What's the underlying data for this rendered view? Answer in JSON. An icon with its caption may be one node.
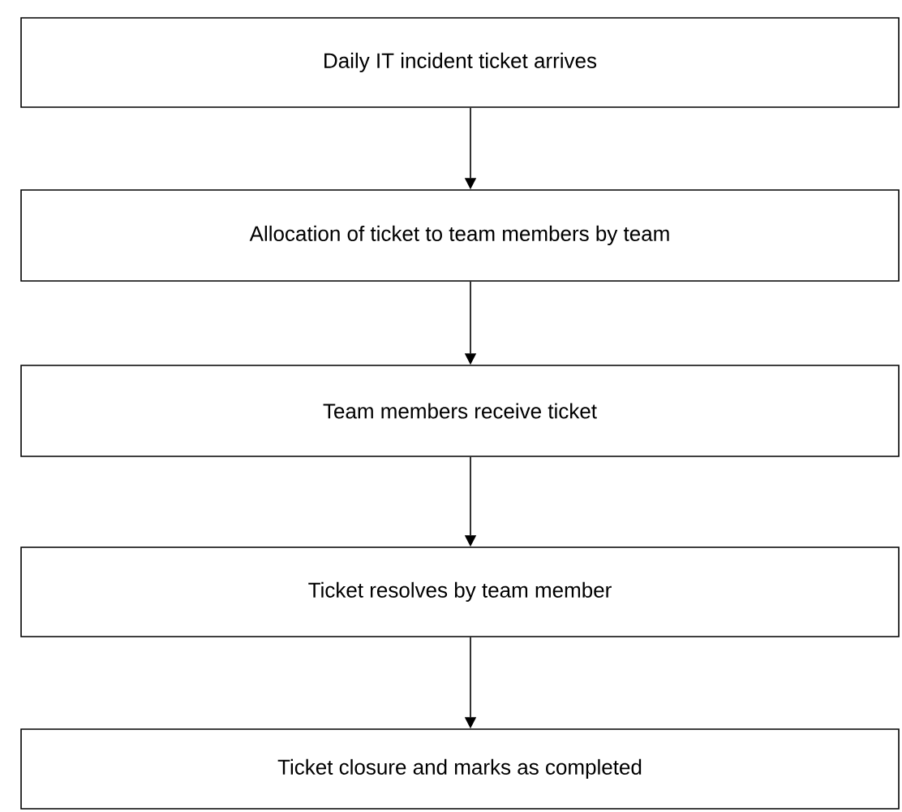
{
  "diagram": {
    "nodes": [
      {
        "text": [
          "Daily IT incident ticket arrives"
        ]
      },
      {
        "text": [
          "Allocation of ticket to team members by team"
        ]
      },
      {
        "text": [
          "Team members receive ticket"
        ]
      },
      {
        "text": [
          "Ticket resolves by team member"
        ]
      },
      {
        "text": [
          "Ticket closure and marks as completed"
        ]
      }
    ],
    "edges": [
      {
        "from": 0,
        "to": 1,
        "arrow": "to"
      },
      {
        "from": 1,
        "to": 2,
        "arrow": "to"
      },
      {
        "from": 2,
        "to": 3,
        "arrow": "to"
      },
      {
        "from": 3,
        "to": 4,
        "arrow": "to"
      }
    ]
  }
}
